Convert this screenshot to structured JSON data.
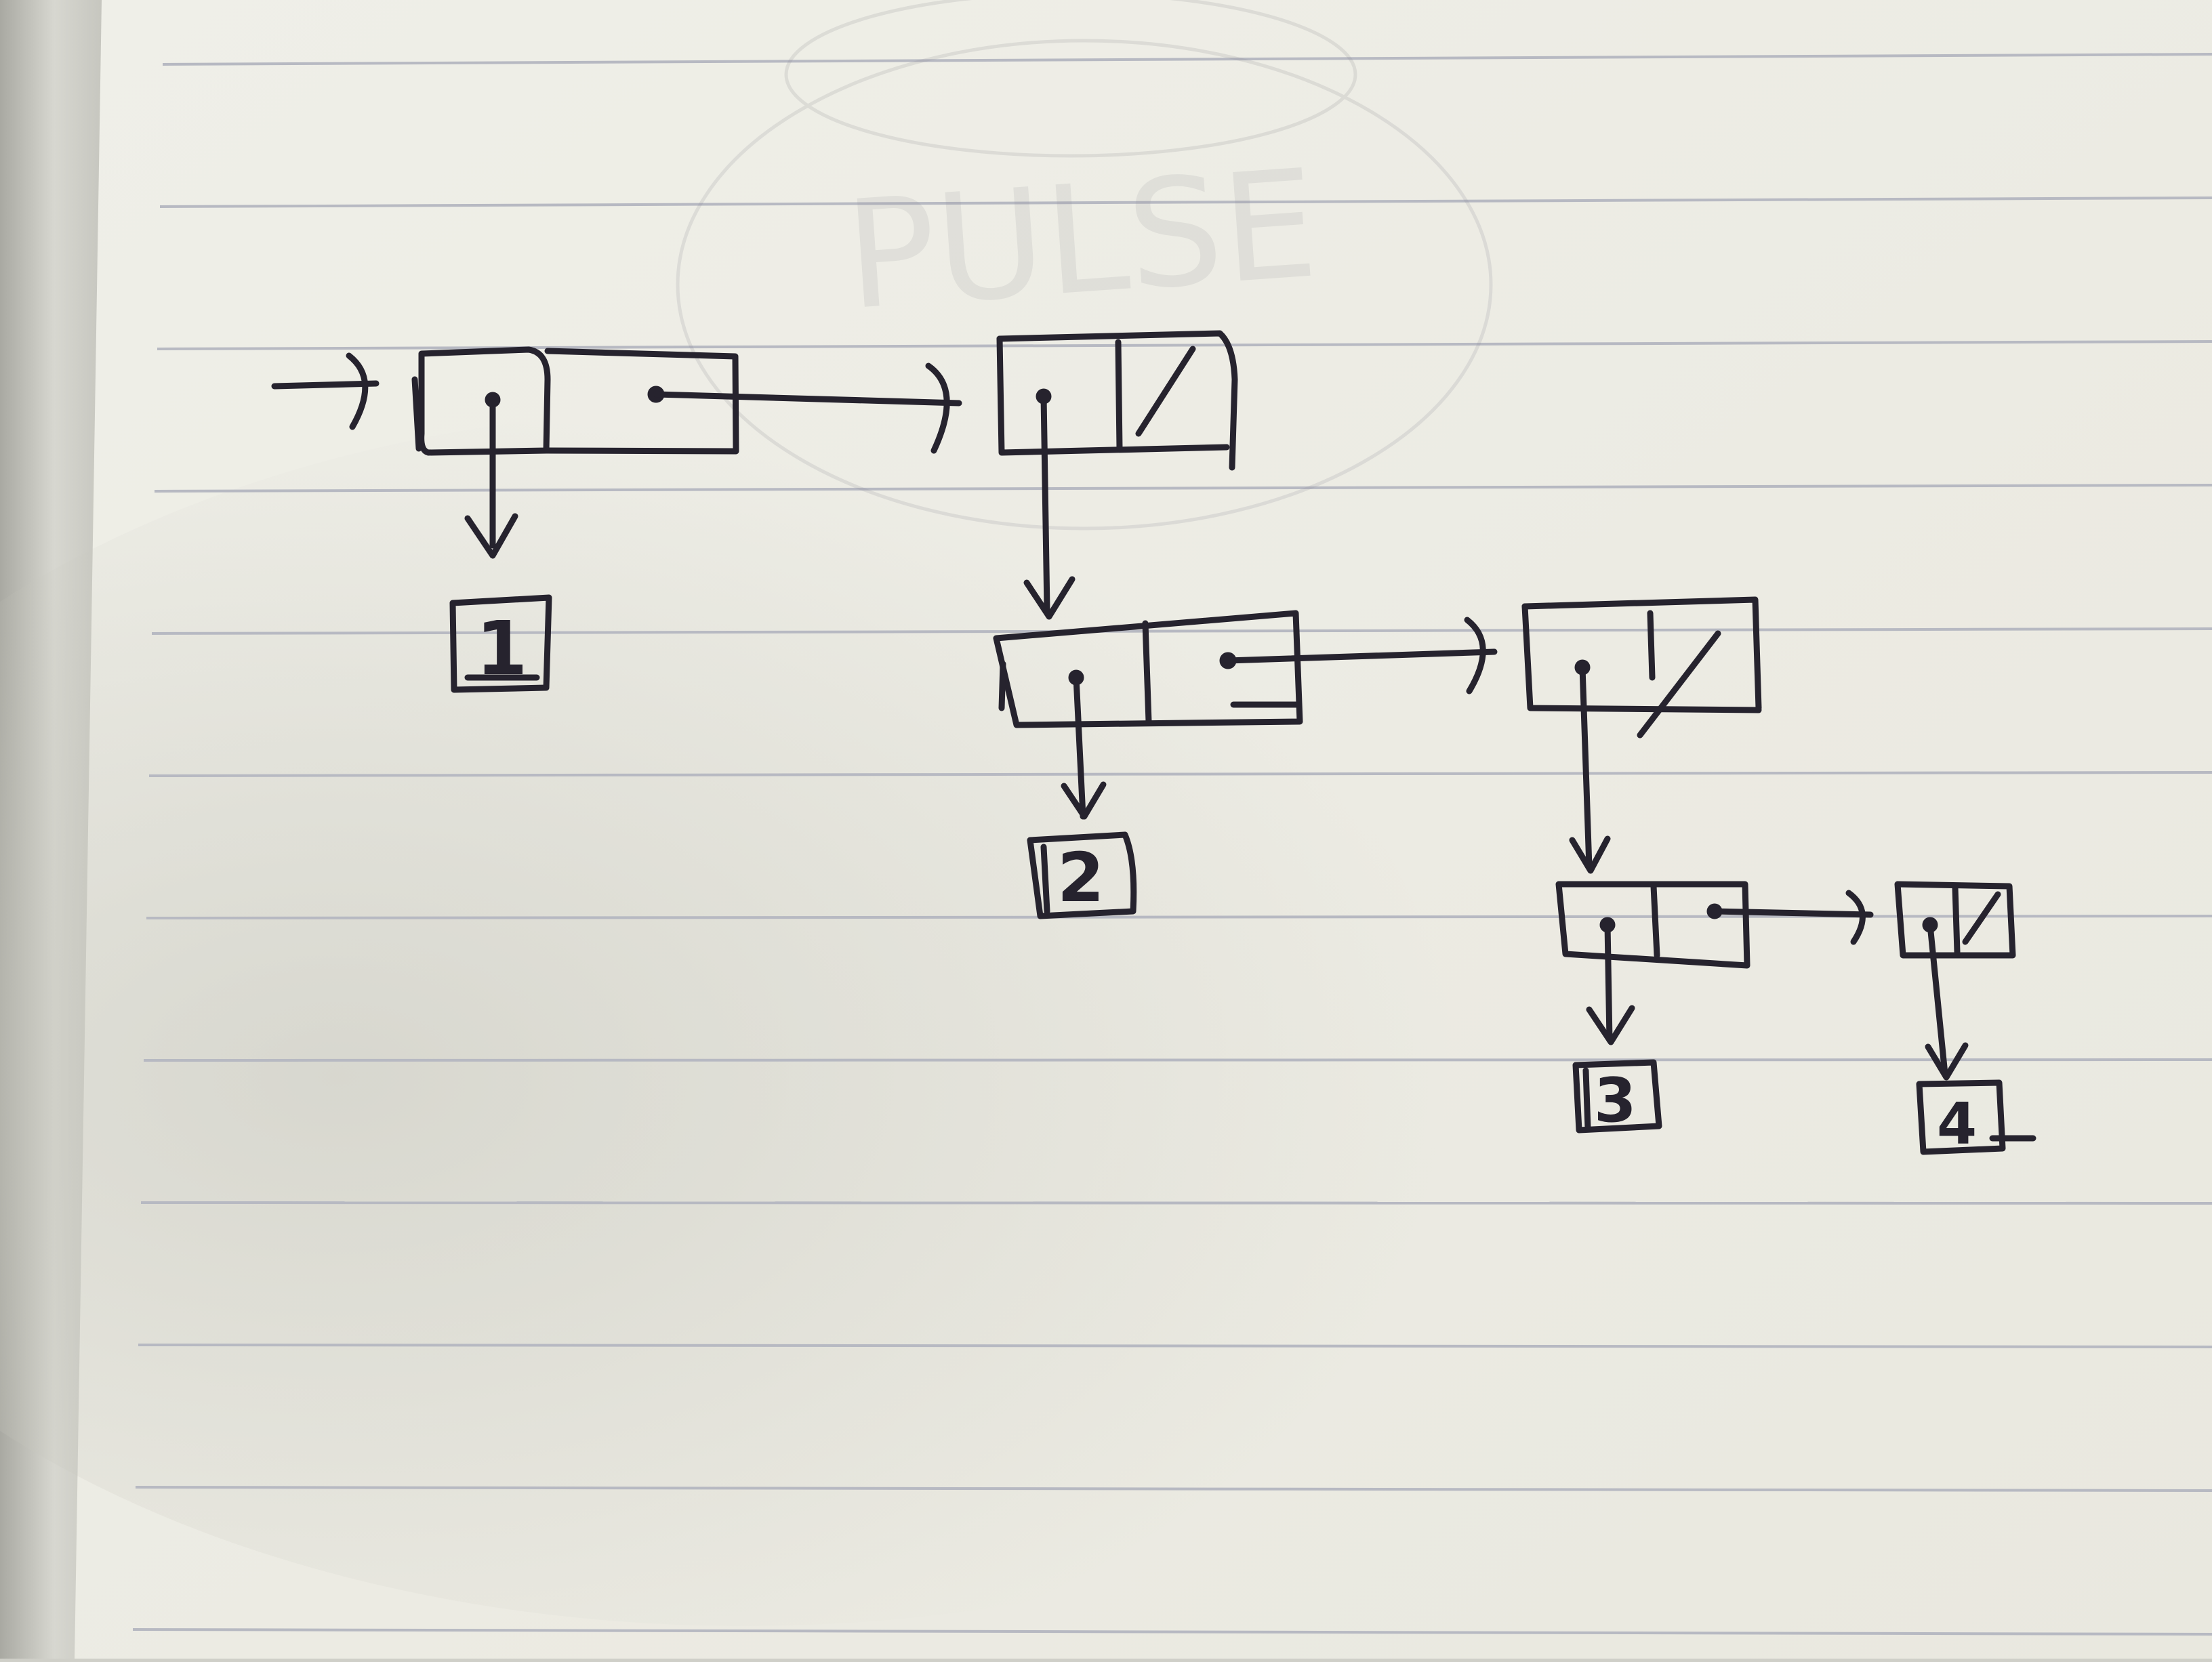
{
  "diagram": {
    "title": "",
    "nodes": [
      {
        "id": "value-1",
        "label": "1"
      },
      {
        "id": "value-2",
        "label": "2"
      },
      {
        "id": "value-3",
        "label": "3"
      },
      {
        "id": "value-4",
        "label": "4"
      }
    ],
    "null_marker": "/",
    "faint_background_scribble": "PULSE"
  },
  "colors": {
    "paper": "#ecebe3",
    "rule_line": "#b7b9c2",
    "ink": "#26232e",
    "shadow": "#c9c9c0"
  }
}
